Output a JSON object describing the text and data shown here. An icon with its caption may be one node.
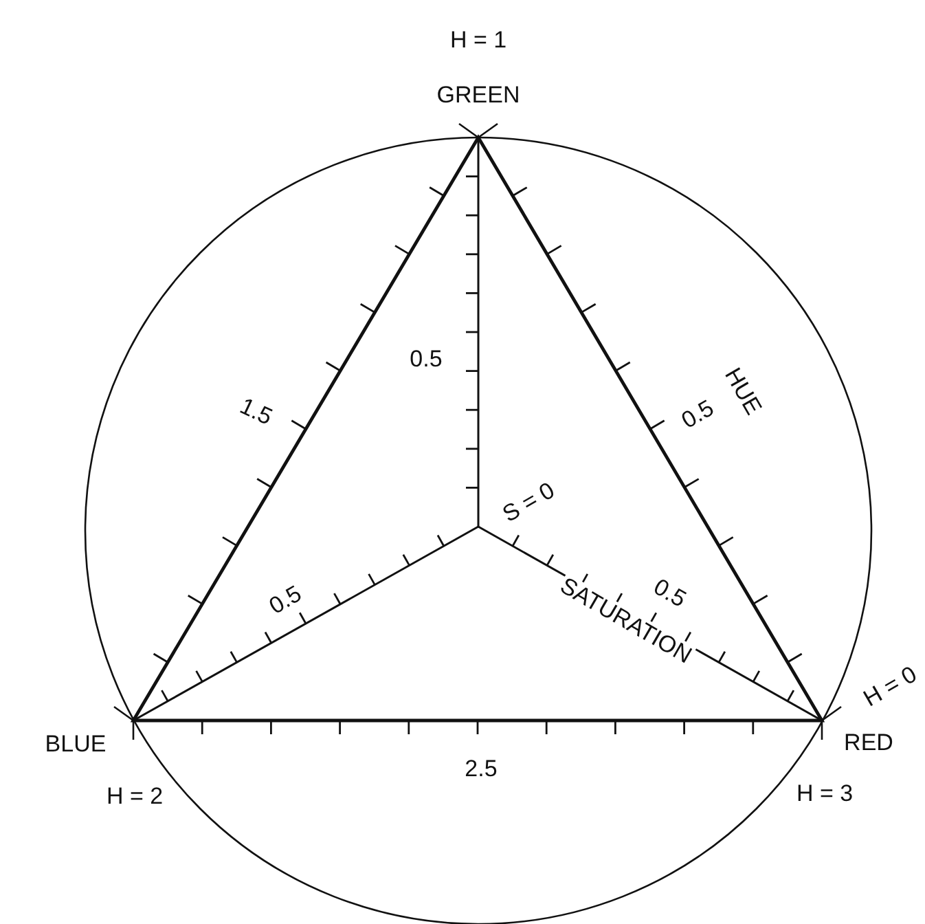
{
  "diagram": {
    "labels": [
      "H = 1",
      "GREEN",
      "0.5",
      "1.5",
      "HUE",
      "0.5",
      "S = 0",
      "0.5",
      "0.5",
      "SATURATION",
      "H = 0",
      "BLUE",
      "RED",
      "2.5",
      "H = 2",
      "H = 3"
    ]
  }
}
